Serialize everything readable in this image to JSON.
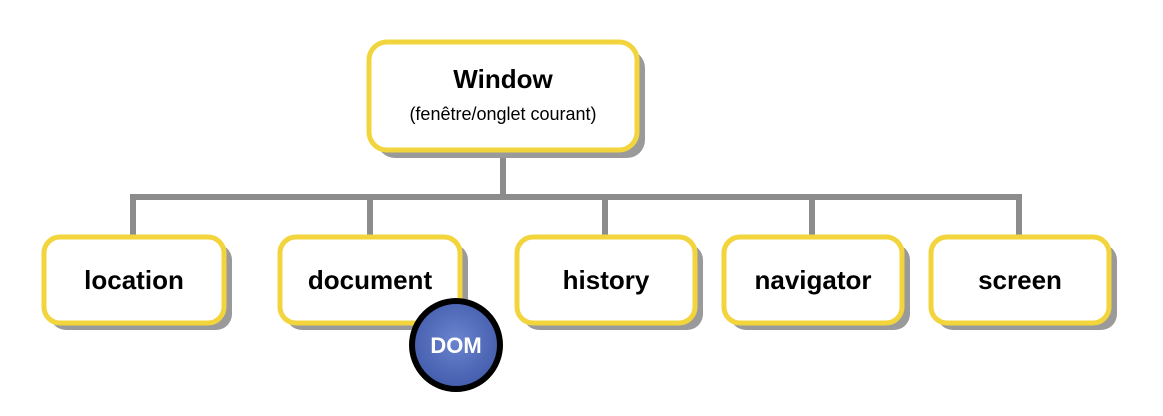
{
  "colors": {
    "box_border": "#f2d43c",
    "box_fill": "#ffffff",
    "box_shadow": "#9a9a9a",
    "connector": "#8c8c8c",
    "badge_fill": "#4a63b4",
    "badge_border": "#000000",
    "badge_text": "#ffffff"
  },
  "root": {
    "title": "Window",
    "subtitle": "(fenêtre/onglet courant)"
  },
  "children": [
    {
      "label": "location"
    },
    {
      "label": "document"
    },
    {
      "label": "history"
    },
    {
      "label": "navigator"
    },
    {
      "label": "screen"
    }
  ],
  "badge": {
    "label": "DOM",
    "attached_to": "document"
  }
}
